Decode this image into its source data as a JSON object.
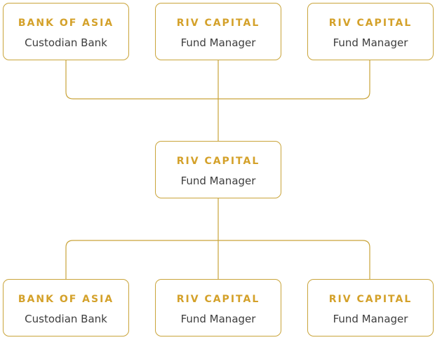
{
  "colors": {
    "accent": "#d4a12a",
    "line": "#c9a43a",
    "text": "#3d3d3d"
  },
  "nodes": {
    "top": [
      {
        "title": "BANK OF ASIA",
        "subtitle": "Custodian Bank"
      },
      {
        "title": "RIV CAPITAL",
        "subtitle": "Fund Manager"
      },
      {
        "title": "RIV CAPITAL",
        "subtitle": "Fund Manager"
      }
    ],
    "middle": {
      "title": "RIV CAPITAL",
      "subtitle": "Fund Manager"
    },
    "bottom": [
      {
        "title": "BANK OF ASIA",
        "subtitle": "Custodian Bank"
      },
      {
        "title": "RIV CAPITAL",
        "subtitle": "Fund Manager"
      },
      {
        "title": "RIV CAPITAL",
        "subtitle": "Fund Manager"
      }
    ]
  }
}
